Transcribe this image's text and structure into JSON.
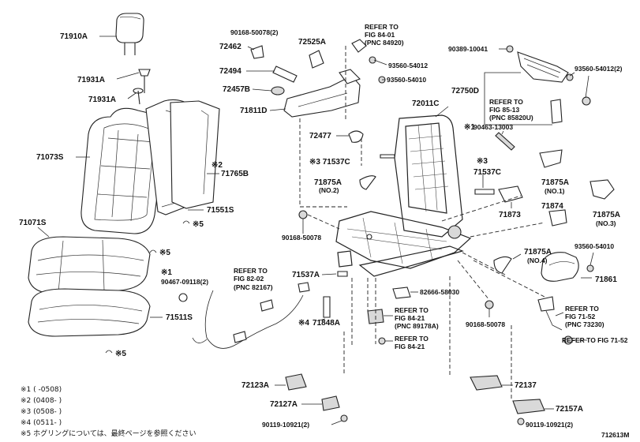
{
  "diagram_id": "712613M",
  "labels": {
    "l71910A": "71910A",
    "l71931A_1": "71931A",
    "l71931A_2": "71931A",
    "l71073S": "71073S",
    "l71071S": "71071S",
    "lr1": "※1",
    "l90467": "90467-09118(2)",
    "lr5a": "※5",
    "lr5b": "※5",
    "lr5c": "※5",
    "l71511S": "71511S",
    "lr2": "※2",
    "l71765B": "71765B",
    "l71551S": "71551S",
    "l90168a": "90168-50078(2)",
    "l72462": "72462",
    "l72525A": "72525A",
    "l72494": "72494",
    "l72457B": "72457B",
    "l71811D": "71811D",
    "lRef8401a": "REFER TO",
    "lRef8401b": "FIG 84-01",
    "lRef8401c": "(PNC 84920)",
    "l93560a": "93560-54012",
    "l93560b": "93560-54010",
    "l72011C": "72011C",
    "l72477": "72477",
    "l71537C_r3": "※3 71537C",
    "l71875A_no2": "71875A",
    "l71875A_no2b": "(NO.2)",
    "l90168b": "90168-50078",
    "lr3b": "※3",
    "l71537C_b": "71537C",
    "lr1b": "※1",
    "l90463": "90463-13003",
    "l71873": "71873",
    "l71874": "71874",
    "l71875A_no1": "71875A",
    "l71875A_no1b": "(NO.1)",
    "l71875A_no3": "71875A",
    "l71875A_no3b": "(NO.3)",
    "l90389": "90389-10041",
    "l93560c": "93560-54012(2)",
    "l72750D": "72750D",
    "lRef8513a": "REFER TO",
    "lRef8513b": "FIG 85-13",
    "lRef8513c": "(PNC 85820U)",
    "lRef8202a": "REFER TO",
    "lRef8202b": "FIG 82-02",
    "lRef8202c": "(PNC 82167)",
    "l71537A": "71537A",
    "lr4": "※4",
    "l71848A": "71848A",
    "l82666": "82666-58030",
    "lRef8421a": "REFER TO",
    "lRef8421b": "FIG 84-21",
    "lRef8421c": "(PNC 89178A)",
    "lRef8421d": "REFER TO",
    "lRef8421e": "FIG 84-21",
    "l90168c": "90168-50078",
    "l93560d": "93560-54010",
    "l71875A_no4": "71875A",
    "l71875A_no4b": "(NO.4)",
    "l71861": "71861",
    "lRef7152a": "REFER TO",
    "lRef7152b": "FIG 71-52",
    "lRef7152c": "(PNC 73230)",
    "lRef7152d": "REFER TO FIG 71-52",
    "l72123A": "72123A",
    "l72127A": "72127A",
    "l90119a": "90119-10921(2)",
    "l72137": "72137",
    "l72157A": "72157A",
    "l90119b": "90119-10921(2)"
  },
  "notes": [
    "※1 (    -0508)",
    "※2 (0408-     )",
    "※3 (0508-     )",
    "※4 (0511-     )",
    "※5 ホグリングについては、最終ページを参照ください"
  ],
  "colors": {
    "line": "#222222",
    "fill": "#ffffff",
    "shade": "#d9d9d9"
  }
}
